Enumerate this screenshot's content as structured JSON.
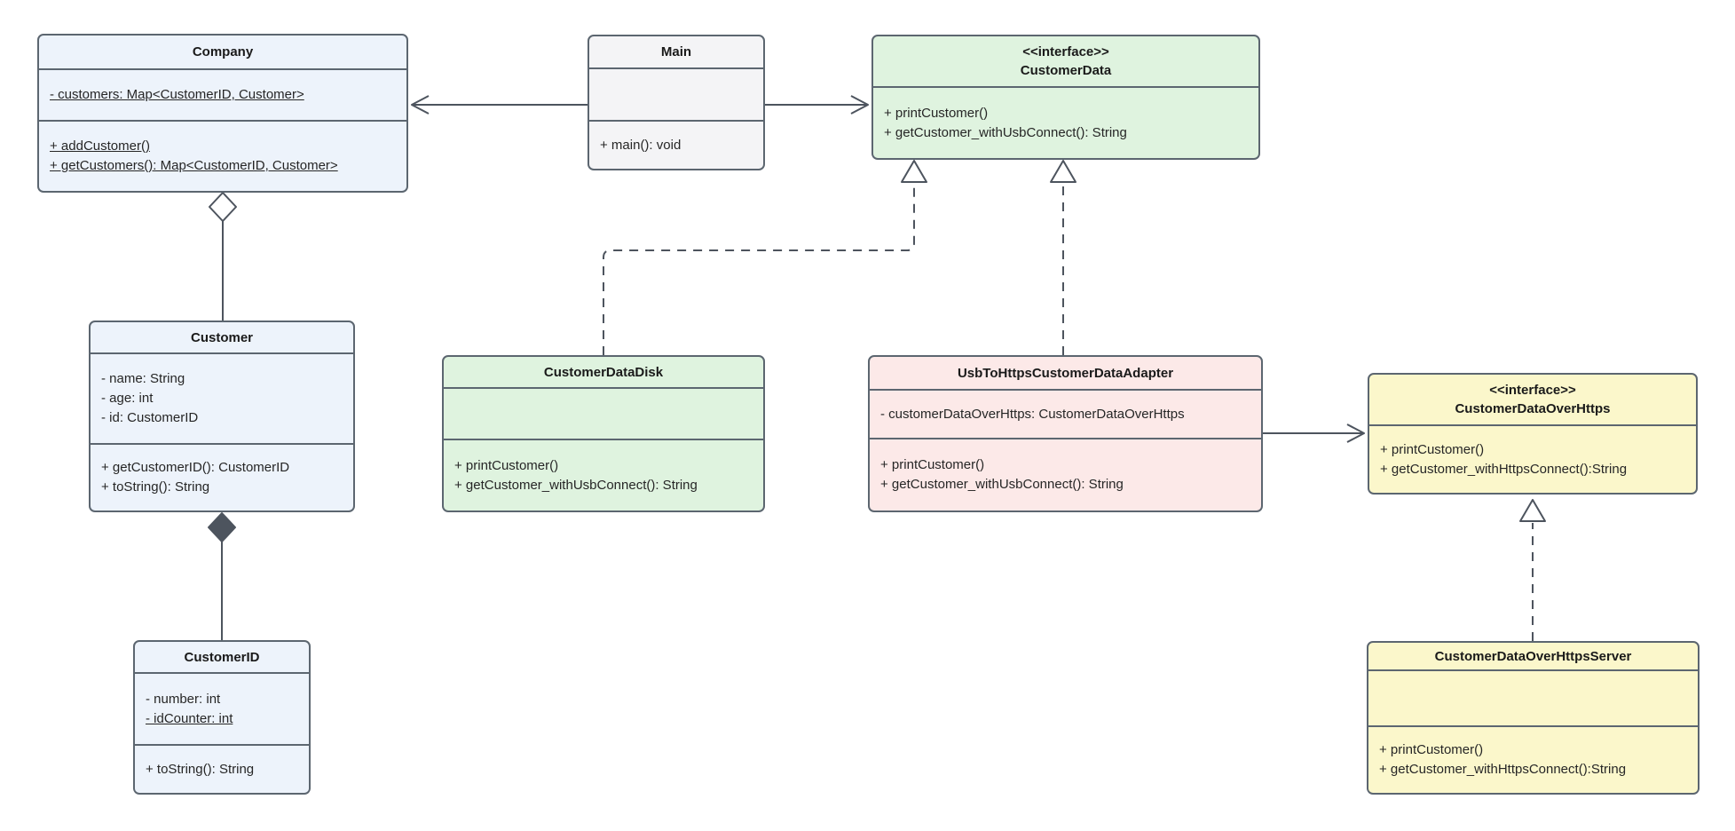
{
  "diagram": {
    "kind": "uml-class-diagram",
    "colors": {
      "blue_fill": "#edf3fb",
      "gray_fill": "#f4f4f6",
      "green_fill": "#dff3df",
      "pink_fill": "#fce9e8",
      "yellow_fill": "#fbf7cb",
      "border": "#5c6670",
      "connector": "#4d545e",
      "text": "#262626"
    },
    "classes": {
      "company": {
        "title": "Company",
        "attributes": [
          "- customers: Map<CustomerID, Customer>"
        ],
        "methods": [
          "+ addCustomer()",
          "+ getCustomers(): Map<CustomerID, Customer>"
        ]
      },
      "main": {
        "title": "Main",
        "attributes": [],
        "methods": [
          "+ main(): void"
        ]
      },
      "customer_data": {
        "stereotype": "<<interface>>",
        "title": "CustomerData",
        "methods": [
          "+ printCustomer()",
          "+ getCustomer_withUsbConnect(): String"
        ]
      },
      "customer": {
        "title": "Customer",
        "attributes": [
          "- name: String",
          "- age: int",
          "- id: CustomerID"
        ],
        "methods": [
          "+ getCustomerID(): CustomerID",
          "+ toString(): String"
        ]
      },
      "customer_data_disk": {
        "title": "CustomerDataDisk",
        "attributes": [],
        "methods": [
          "+ printCustomer()",
          "+ getCustomer_withUsbConnect(): String"
        ]
      },
      "adapter": {
        "title": "UsbToHttpsCustomerDataAdapter",
        "attributes": [
          "- customerDataOverHttps: CustomerDataOverHttps"
        ],
        "methods": [
          "+ printCustomer()",
          "+ getCustomer_withUsbConnect(): String"
        ]
      },
      "customer_data_over_https": {
        "stereotype": "<<interface>>",
        "title": "CustomerDataOverHttps",
        "methods": [
          "+ printCustomer()",
          "+ getCustomer_withHttpsConnect():String"
        ]
      },
      "customer_id": {
        "title": "CustomerID",
        "attributes": [
          "- number: int",
          "- idCounter: int"
        ],
        "methods": [
          "+ toString(): String"
        ]
      },
      "https_server": {
        "title": "CustomerDataOverHttpsServer",
        "attributes": [],
        "methods": [
          "+ printCustomer()",
          "+ getCustomer_withHttpsConnect():String"
        ]
      }
    },
    "relationships": [
      {
        "from": "Main",
        "to": "Company",
        "type": "association-arrow"
      },
      {
        "from": "Main",
        "to": "CustomerData",
        "type": "association-arrow"
      },
      {
        "from": "Company",
        "to": "Customer",
        "type": "aggregation"
      },
      {
        "from": "Customer",
        "to": "CustomerID",
        "type": "composition"
      },
      {
        "from": "CustomerDataDisk",
        "to": "CustomerData",
        "type": "realization"
      },
      {
        "from": "UsbToHttpsCustomerDataAdapter",
        "to": "CustomerData",
        "type": "realization"
      },
      {
        "from": "UsbToHttpsCustomerDataAdapter",
        "to": "CustomerDataOverHttps",
        "type": "association-arrow"
      },
      {
        "from": "CustomerDataOverHttpsServer",
        "to": "CustomerDataOverHttps",
        "type": "realization"
      }
    ]
  }
}
